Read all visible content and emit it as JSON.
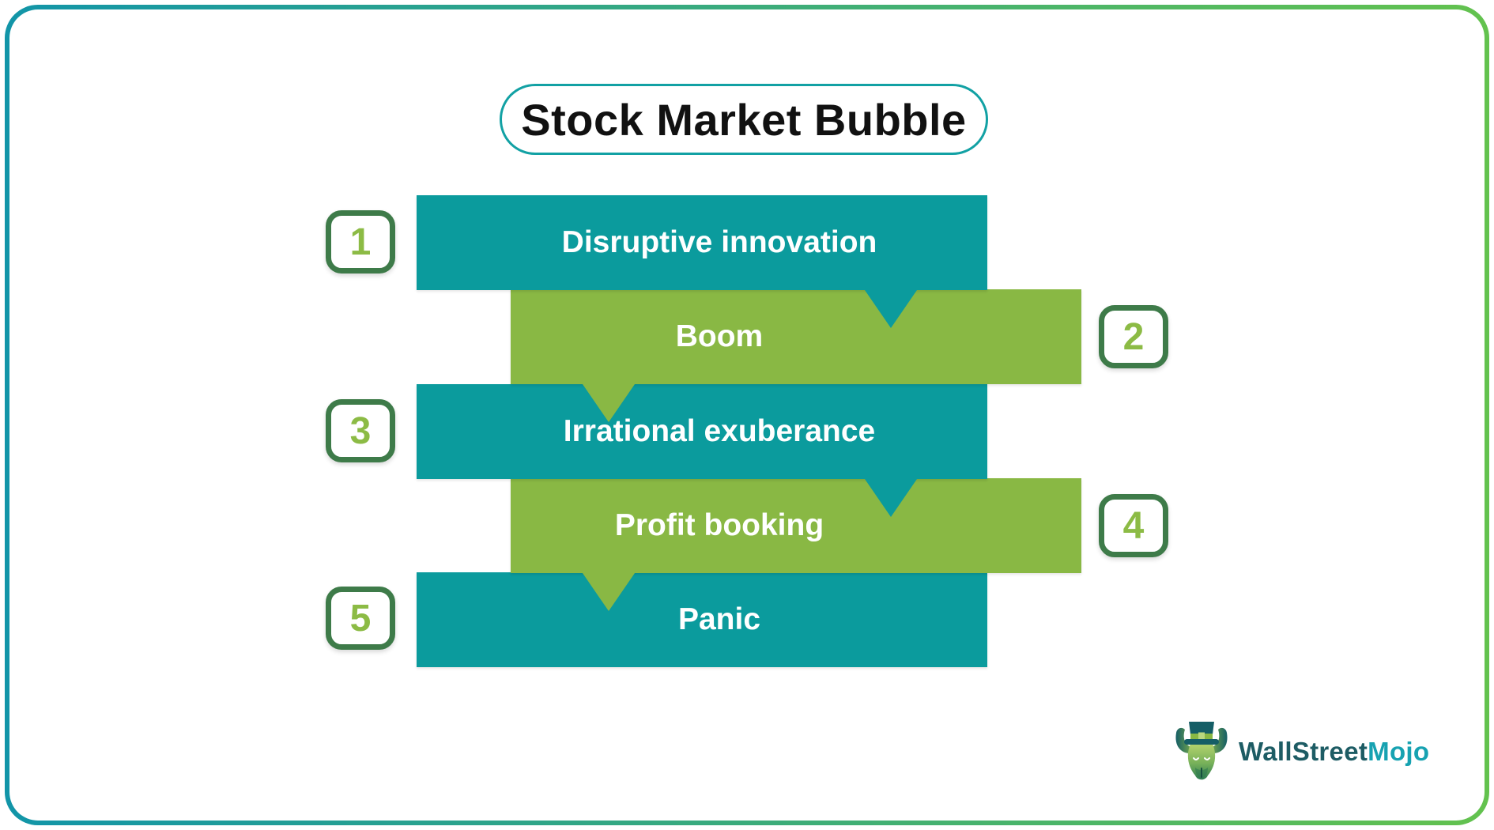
{
  "title": {
    "text": "Stock Market Bubble"
  },
  "stages": [
    {
      "number": "1",
      "label": "Disruptive innovation",
      "theme": "teal",
      "number_side": "left"
    },
    {
      "number": "2",
      "label": "Boom",
      "theme": "green",
      "number_side": "right"
    },
    {
      "number": "3",
      "label": "Irrational exuberance",
      "theme": "teal",
      "number_side": "left"
    },
    {
      "number": "4",
      "label": "Profit booking",
      "theme": "green",
      "number_side": "right"
    },
    {
      "number": "5",
      "label": "Panic",
      "theme": "teal",
      "number_side": "left"
    }
  ],
  "logo": {
    "text_primary": "WallStreet",
    "text_secondary": "Mojo",
    "icon": "bull-with-top-hat-icon"
  },
  "colors": {
    "teal": "#0B9B9D",
    "green": "#89B844",
    "numberBorder": "#3E7B49",
    "numberDigit": "#8CBB45",
    "titleBorder": "#12A1A4",
    "titleText": "#111111",
    "barText": "#FFFFFF",
    "frameStart": "#1295A8",
    "frameEnd": "#63C24E",
    "logoPrimary": "#1D5C64",
    "logoSecondary": "#17A2B1"
  }
}
